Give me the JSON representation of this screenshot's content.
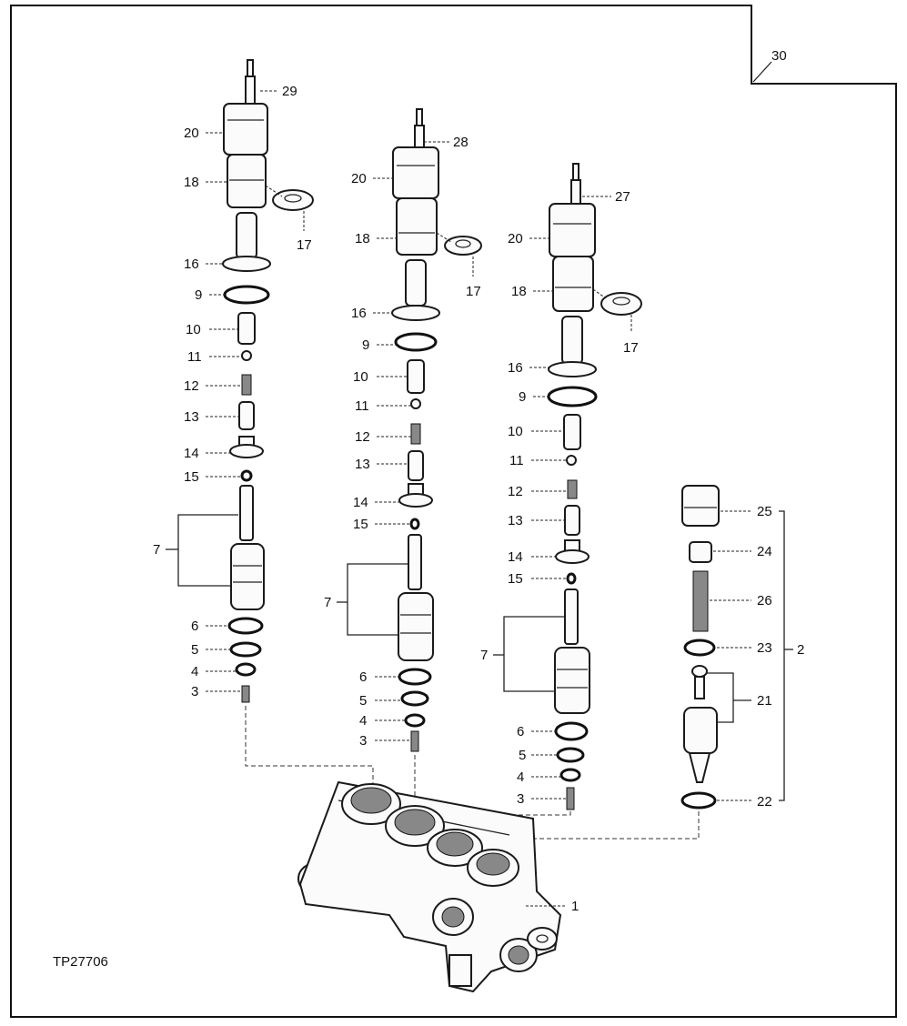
{
  "figure_code": "TP27706",
  "labels": {
    "l1": "1",
    "l2": "2",
    "l3": "3",
    "l4": "4",
    "l5": "5",
    "l6": "6",
    "l7": "7",
    "l9": "9",
    "l10": "10",
    "l11": "11",
    "l12": "12",
    "l13": "13",
    "l14": "14",
    "l15": "15",
    "l16": "16",
    "l17": "17",
    "l18": "18",
    "l20": "20",
    "l21": "21",
    "l22": "22",
    "l23": "23",
    "l24": "24",
    "l25": "25",
    "l26": "26",
    "l27": "27",
    "l28": "28",
    "l29": "29",
    "l30": "30"
  }
}
